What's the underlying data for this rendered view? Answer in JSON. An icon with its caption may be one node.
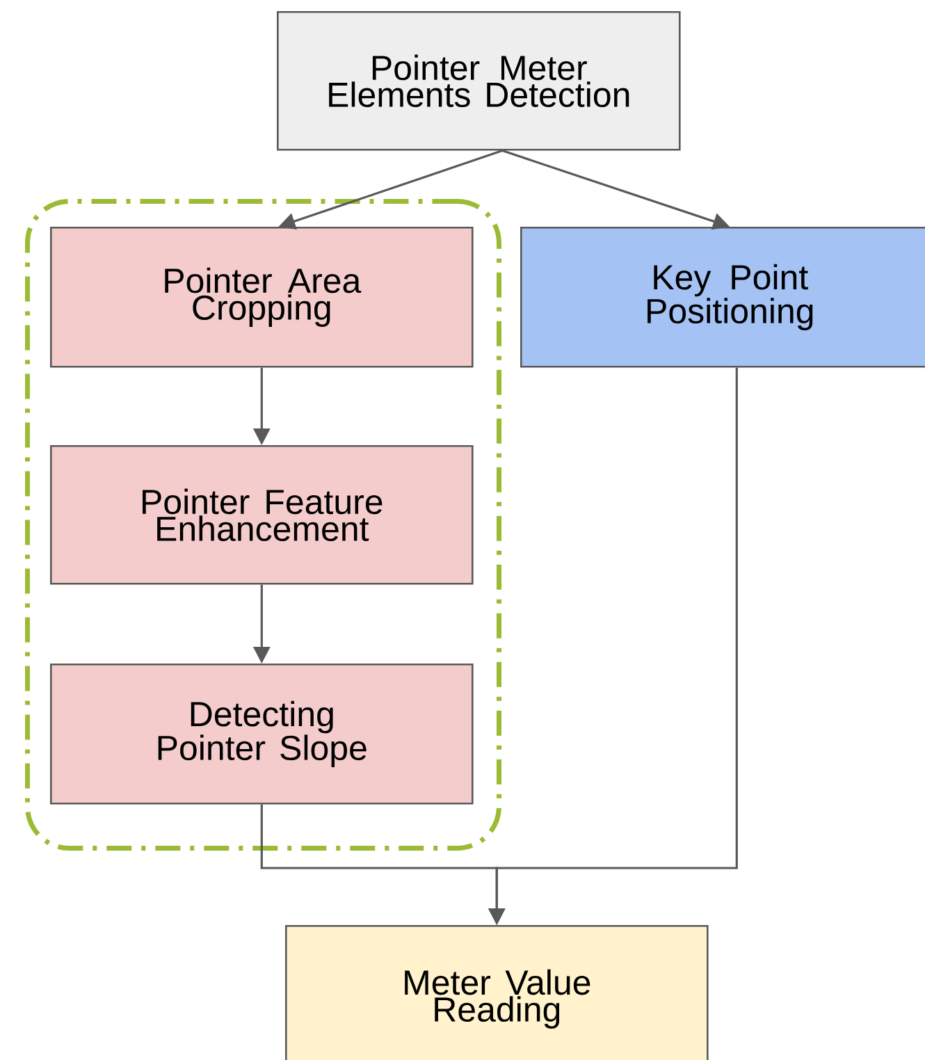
{
  "diagram": {
    "nodes": [
      {
        "text": [
          "Pointer Meter Elements Detection"
        ]
      },
      {
        "text": [],
        "shape": "box"
      },
      {
        "text": [
          "Pointer Area Cropping"
        ],
        "in": 1
      },
      {
        "text": [
          "Pointer Feature Enhancement"
        ],
        "in": 1
      },
      {
        "text": [
          "Detecting Pointer Slope"
        ],
        "in": 1
      },
      {
        "text": [
          "Key Point Positioning"
        ]
      },
      {
        "text": [
          "Meter Value Reading"
        ]
      }
    ],
    "edges": [
      {
        "from": 0,
        "to": 2,
        "arrow": "to"
      },
      {
        "from": 0,
        "to": 5,
        "arrow": "to"
      },
      {
        "from": 2,
        "to": 3,
        "arrow": "to"
      },
      {
        "from": 3,
        "to": 4,
        "arrow": "to"
      },
      {
        "from": 4,
        "to": 6,
        "arrow": "to"
      },
      {
        "from": 5,
        "to": 6,
        "arrow": "to"
      }
    ]
  }
}
